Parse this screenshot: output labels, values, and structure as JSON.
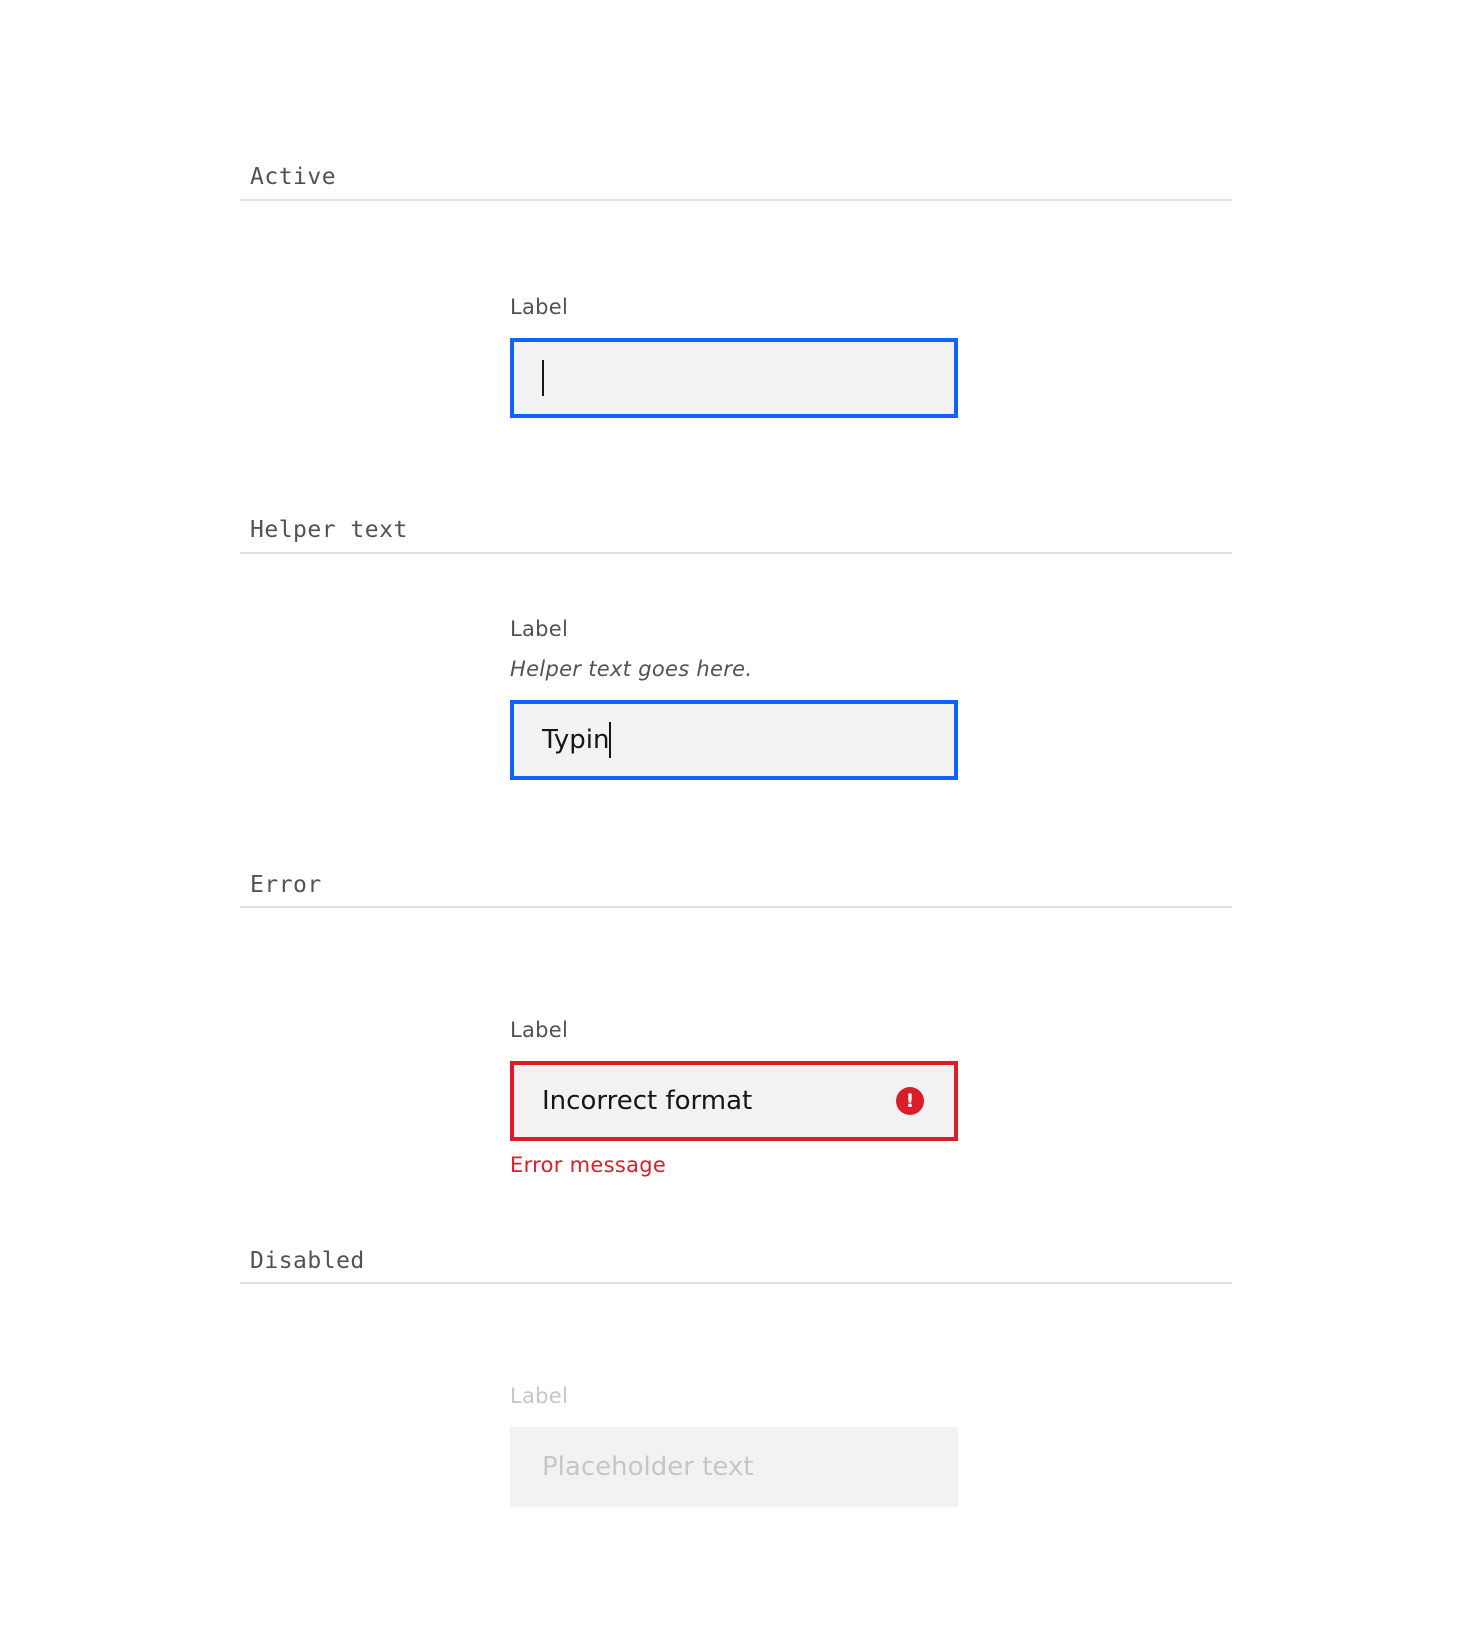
{
  "colors": {
    "focus": "#0f62fe",
    "error": "#da1e28",
    "field_bg": "#f2f2f2",
    "divider": "#e0e0e0",
    "text_secondary": "#525252",
    "text_disabled": "#c6c6c6"
  },
  "sections": [
    {
      "title": "Active",
      "field": {
        "label": "Label",
        "value": "",
        "state": "focused"
      }
    },
    {
      "title": "Helper text",
      "field": {
        "label": "Label",
        "helper_text": "Helper text goes here.",
        "value": "Typin",
        "state": "focused"
      }
    },
    {
      "title": "Error",
      "field": {
        "label": "Label",
        "value": "Incorrect format",
        "state": "error",
        "icon": "error-filled-icon",
        "icon_glyph": "!",
        "error_message": "Error message"
      }
    },
    {
      "title": "Disabled",
      "field": {
        "label": "Label",
        "placeholder": "Placeholder text",
        "state": "disabled"
      }
    }
  ]
}
